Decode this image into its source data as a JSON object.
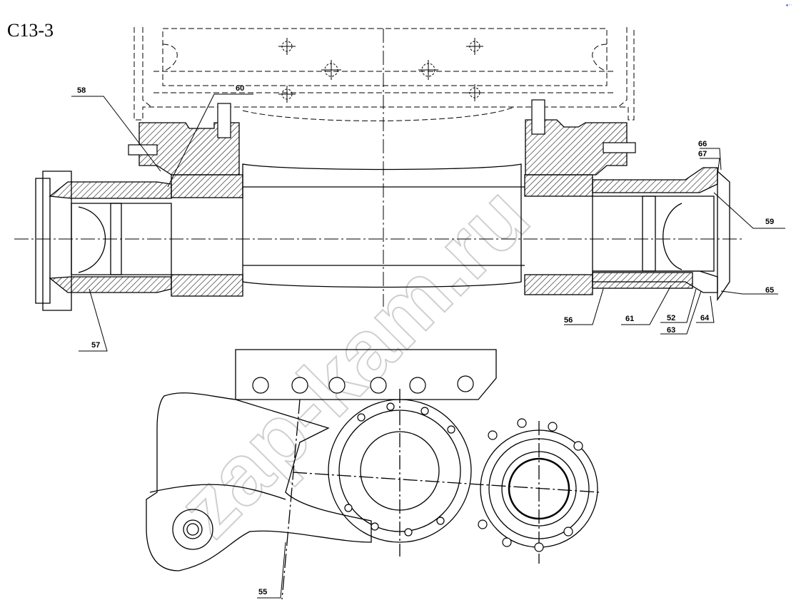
{
  "sheet": {
    "code": "C13-3"
  },
  "watermark": {
    "text": "zap-kam.ru"
  },
  "corner_mark": "●ᐧᐧᐧ",
  "callouts": [
    {
      "id": "c58",
      "label": "58"
    },
    {
      "id": "c60",
      "label": "60"
    },
    {
      "id": "c57",
      "label": "57"
    },
    {
      "id": "c66",
      "label": "66"
    },
    {
      "id": "c67",
      "label": "67"
    },
    {
      "id": "c59",
      "label": "59"
    },
    {
      "id": "c65",
      "label": "65"
    },
    {
      "id": "c56",
      "label": "56"
    },
    {
      "id": "c61",
      "label": "61"
    },
    {
      "id": "c52",
      "label": "52"
    },
    {
      "id": "c63",
      "label": "63"
    },
    {
      "id": "c64",
      "label": "64"
    },
    {
      "id": "c55",
      "label": "55"
    }
  ]
}
